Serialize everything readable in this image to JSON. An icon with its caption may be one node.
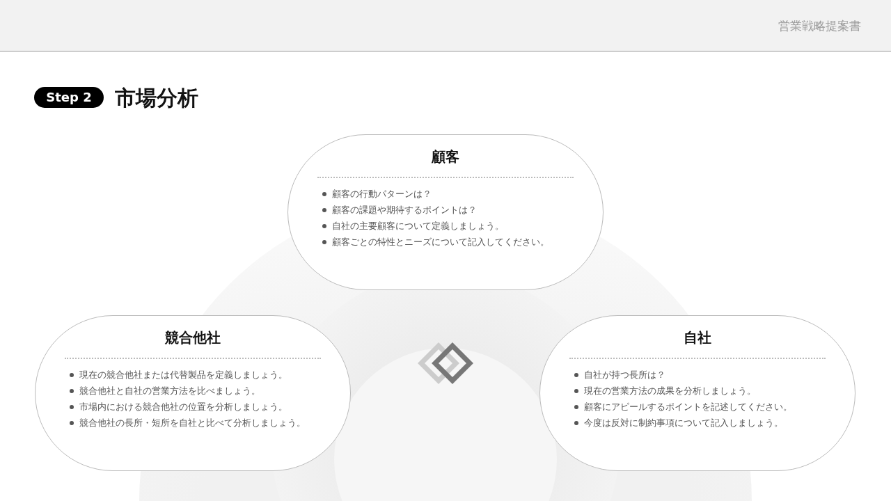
{
  "diagram": {
    "title": "市場分析",
    "nodes": [
      {
        "text": [
          "顧客",
          "顧客の行動パターンは？",
          "顧客の課題や期待するポイントは？",
          "自社の主要顧客について定義しましょう。",
          "顧客ごとの特性とニーズについて記入してください。"
        ]
      },
      {
        "text": [
          "競合他社",
          "現在の競合他社または代替製品を定義しましょう。",
          "競合他社と自社の営業方法を比べましょう。",
          "市場内における競合他社の位置を分析しましょう。",
          "競合他社の長所・短所を自社と比べて分析しましょう。"
        ]
      },
      {
        "text": [
          "自社",
          "自社が持つ長所は？",
          "現在の営業方法の成果を分析しましょう。",
          "顧客にアピールするポイントを記述してください。",
          "今度は反対に制約事項について記入しましょう。"
        ]
      }
    ],
    "labels": [
      "営業戦略提案書",
      "Step 2"
    ]
  }
}
